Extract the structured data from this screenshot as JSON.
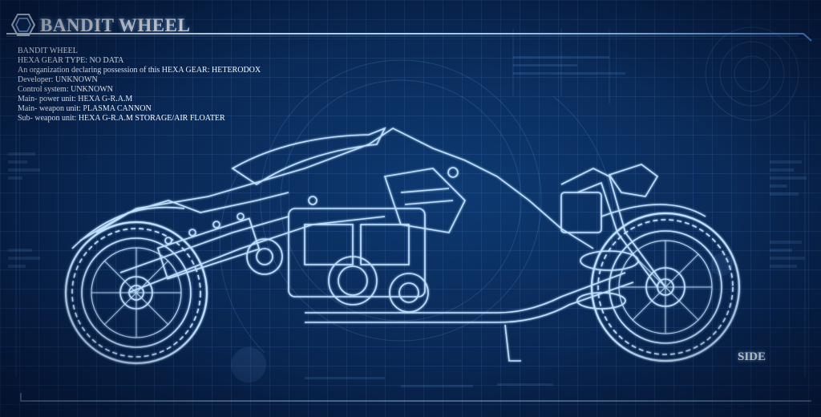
{
  "header": {
    "title": "BANDIT WHEEL"
  },
  "specs": [
    "BANDIT WHEEL",
    "HEXA GEAR TYPE: NO DATA",
    "An organization declaring possession of this HEXA GEAR: HETERODOX",
    "Developer: UNKNOWN",
    "Control system: UNKNOWN",
    "Main- power unit: HEXA G-R.A.M",
    "Main- weapon unit: PLASMA CANNON",
    "Sub- weapon unit: HEXA G-R.A.M STORAGE/AIR FLOATER"
  ],
  "view": {
    "label": "SIDE"
  },
  "colors": {
    "background": "#0a2a58",
    "blueprint_line": "#bfe0ff",
    "accent": "#7fc4ff",
    "text": "#ffffff"
  },
  "icons": {
    "title_badge": "hexagon-badge-icon"
  }
}
